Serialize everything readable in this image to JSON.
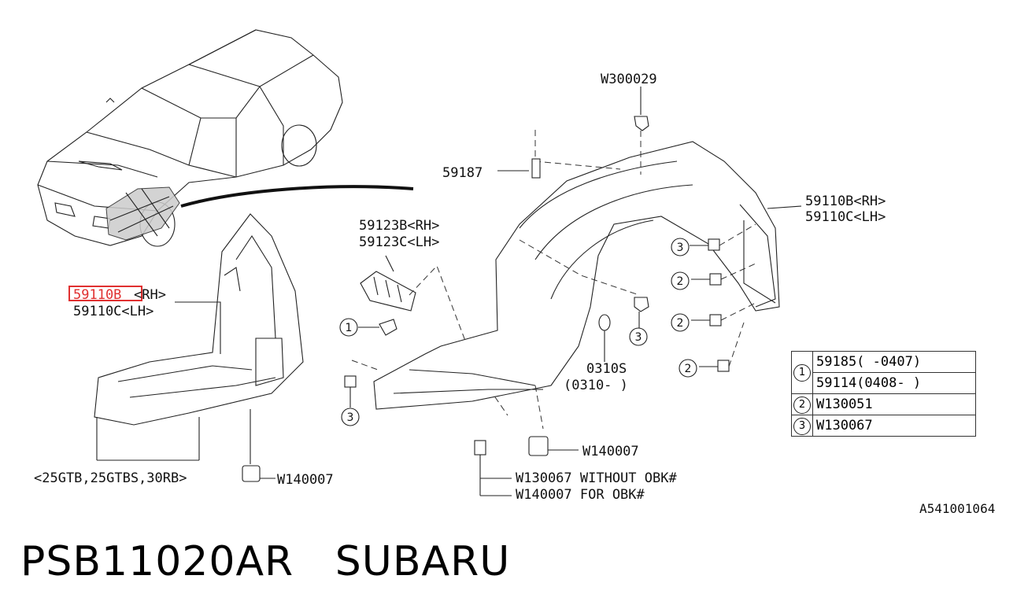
{
  "title": "PSB11020AR",
  "brand": "SUBARU",
  "diagram_id": "A541001064",
  "labels": {
    "w300029": "W300029",
    "p59187": "59187",
    "p59123b": "59123B<RH>",
    "p59123c": "59123C<LH>",
    "p59110b_left": "59110B",
    "p59110b_left_suffix": "<RH>",
    "p59110c_left": "59110C<LH>",
    "p59110b_right": "59110B<RH>",
    "p59110c_right": "59110C<LH>",
    "p0310s": "0310S",
    "p0310s_range": "(0310-    )",
    "w140007_mid": "W140007",
    "w140007_left": "W140007",
    "variants": "<25GTB,25GTBS,30RB>",
    "w130067_note": "W130067 WITHOUT OBK#",
    "w140007_note": "W140007 FOR OBK#"
  },
  "callouts": [
    "1",
    "2",
    "3"
  ],
  "legend": [
    {
      "num": "1",
      "value": "59185(    -0407)"
    },
    {
      "num": "",
      "value": "59114(0408-    )"
    },
    {
      "num": "2",
      "value": "W130051"
    },
    {
      "num": "3",
      "value": "W130067"
    }
  ],
  "highlight_color": "#e03030"
}
